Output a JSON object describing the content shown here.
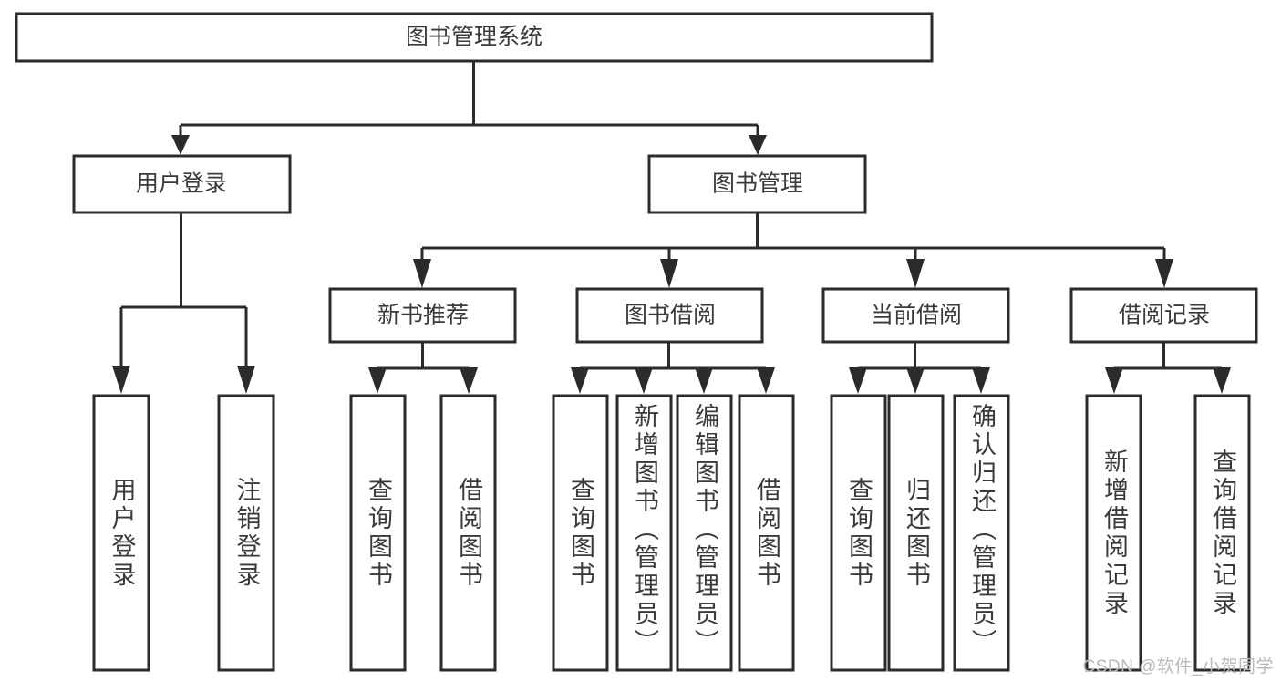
{
  "diagram": {
    "title": "图书管理系统",
    "type": "tree-hierarchy",
    "watermark": "CSDN @软件_小贺同学",
    "colors": {
      "stroke": "#2b2b2b",
      "node_fill": "#ffffff",
      "text": "#3a3a3a",
      "background": "#ffffff",
      "watermark": "#b9b9b9"
    },
    "levels": [
      {
        "level": 0,
        "nodes": [
          {
            "id": "root",
            "label": "图书管理系统",
            "orientation": "horizontal"
          }
        ]
      },
      {
        "level": 1,
        "nodes": [
          {
            "id": "login",
            "label": "用户登录",
            "orientation": "horizontal",
            "parent": "root"
          },
          {
            "id": "bookmgmt",
            "label": "图书管理",
            "orientation": "horizontal",
            "parent": "root"
          }
        ]
      },
      {
        "level": 2,
        "nodes": [
          {
            "id": "newbook",
            "label": "新书推荐",
            "orientation": "horizontal",
            "parent": "bookmgmt"
          },
          {
            "id": "borrow",
            "label": "图书借阅",
            "orientation": "horizontal",
            "parent": "bookmgmt"
          },
          {
            "id": "current",
            "label": "当前借阅",
            "orientation": "horizontal",
            "parent": "bookmgmt"
          },
          {
            "id": "records",
            "label": "借阅记录",
            "orientation": "horizontal",
            "parent": "bookmgmt"
          }
        ]
      },
      {
        "level": 3,
        "nodes": [
          {
            "id": "leaf1",
            "label": "用户登录",
            "orientation": "vertical",
            "parent": "login"
          },
          {
            "id": "leaf2",
            "label": "注销登录",
            "orientation": "vertical",
            "parent": "login"
          },
          {
            "id": "leaf3",
            "label": "查询图书",
            "orientation": "vertical",
            "parent": "newbook"
          },
          {
            "id": "leaf4",
            "label": "借阅图书",
            "orientation": "vertical",
            "parent": "newbook"
          },
          {
            "id": "leaf5",
            "label": "查询图书",
            "orientation": "vertical",
            "parent": "borrow"
          },
          {
            "id": "leaf6",
            "label": "新增图书（管理员）",
            "orientation": "vertical",
            "parent": "borrow"
          },
          {
            "id": "leaf7",
            "label": "编辑图书（管理员）",
            "orientation": "vertical",
            "parent": "borrow"
          },
          {
            "id": "leaf8",
            "label": "借阅图书",
            "orientation": "vertical",
            "parent": "borrow"
          },
          {
            "id": "leaf9",
            "label": "查询图书",
            "orientation": "vertical",
            "parent": "current"
          },
          {
            "id": "leaf10",
            "label": "归还图书",
            "orientation": "vertical",
            "parent": "current"
          },
          {
            "id": "leaf11",
            "label": "确认归还（管理员）",
            "orientation": "vertical",
            "parent": "current"
          },
          {
            "id": "leaf12",
            "label": "新增借阅记录",
            "orientation": "vertical",
            "parent": "records"
          },
          {
            "id": "leaf13",
            "label": "查询借阅记录",
            "orientation": "vertical",
            "parent": "records"
          }
        ]
      }
    ]
  }
}
